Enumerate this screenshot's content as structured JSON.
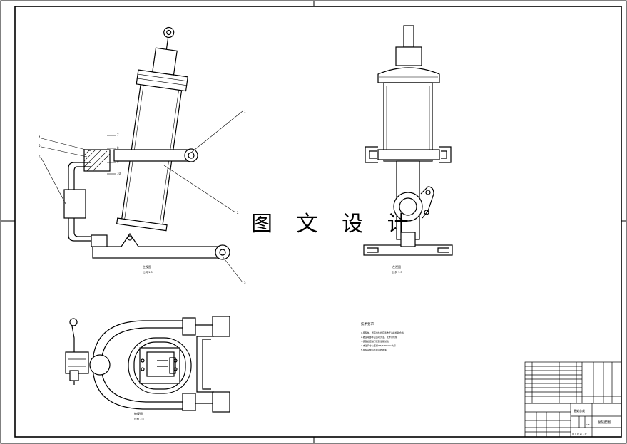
{
  "watermark": "图 文 设 计",
  "view_labels": {
    "front": "主视图",
    "side": "左视图",
    "bottom": "俯视图"
  },
  "scale_labels": {
    "front": "比例 1:5",
    "side": "比例 1:5",
    "bottom": "比例 1:5"
  },
  "callouts": [
    "1",
    "2",
    "3",
    "4",
    "5",
    "6",
    "7",
    "8",
    "9",
    "10"
  ],
  "tech_requirements": {
    "title": "技术要求",
    "lines": [
      "1.装配前，所有零件均应清洗干净并检验合格",
      "2.各运动部件应运动灵活，无卡滞现象",
      "3.装配后应进行密封性能试验",
      "4.未注尺寸公差按GB/T1804-m执行",
      "5.装配完成后表面涂防锈漆"
    ]
  },
  "title_block": {
    "assembly_name": "悬架总成",
    "drawing_title": "总装配图",
    "scale": "1:5",
    "sheet": "共 1 张  第 1 张"
  }
}
